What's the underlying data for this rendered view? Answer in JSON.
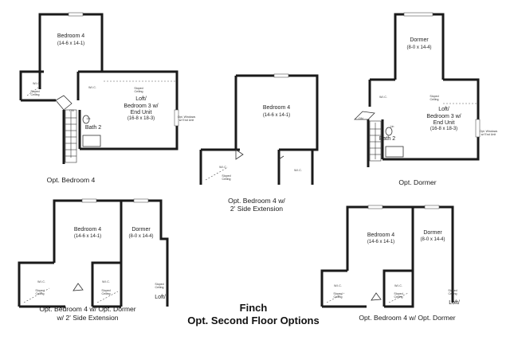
{
  "title": {
    "line1": "Finch",
    "line2": "Opt. Second Floor Options"
  },
  "plans": {
    "p1": {
      "caption": "Opt. Bedroom 4",
      "bedroom": "Bedroom 4",
      "bedroom_dim": "(14-6 x 14-1)",
      "wic1": "W.I.C.",
      "sloped1": "Sloped",
      "ceiling1": "Ceiling",
      "wic2": "W.I.C.",
      "sloped2": "Sloped",
      "ceiling2": "Ceiling",
      "loft1": "Loft/",
      "loft2": "Bedroom 3 w/",
      "loft3": "End Unit",
      "loft_dim": "(16-8 x 18-3)",
      "bath": "Bath 2",
      "dn": "DN",
      "lin": "Lin",
      "win1": "Opt. Windows",
      "win2": "w/ End Unit"
    },
    "p2": {
      "caption1": "Opt. Bedroom 4 w/",
      "caption2": "2' Side Extension",
      "bedroom": "Bedroom 4",
      "bedroom_dim": "(14-6 x 14-1)",
      "wic1": "W.I.C.",
      "sloped": "Sloped",
      "ceiling": "Ceiling",
      "wic2": "W.I.C."
    },
    "p3": {
      "caption": "Opt. Dormer",
      "dormer": "Dormer",
      "dormer_dim": "(8-0 x 14-4)",
      "wic": "W.I.C.",
      "sloped": "Sloped",
      "ceiling": "Ceiling",
      "loft1": "Loft/",
      "loft2": "Bedroom 3 w/",
      "loft3": "End Unit",
      "loft_dim": "(16-8 x 18-3)",
      "bath": "Bath 2",
      "dn": "DN",
      "lin": "Lin",
      "win1": "Opt. Windows",
      "win2": "w/ End Unit"
    },
    "p4": {
      "caption1": "Opt. Bedroom 4 w/ Opt. Dormer",
      "caption2": "w/ 2' Side Extension",
      "bedroom": "Bedroom 4",
      "bedroom_dim": "(14-6 x 14-1)",
      "dormer": "Dormer",
      "dormer_dim": "(8-0 x 14-4)",
      "wic1": "W.I.C.",
      "sloped1": "Sloped",
      "ceiling1": "Ceiling",
      "wic2": "W.I.C.",
      "sloped2": "Sloped",
      "ceiling2": "Ceiling",
      "sloped3": "Sloped",
      "ceiling3": "Ceiling",
      "loft": "Loft/"
    },
    "p5": {
      "caption": "Opt. Bedroom 4 w/ Opt. Dormer",
      "bedroom": "Bedroom 4",
      "bedroom_dim": "(14-6 x 14-1)",
      "dormer": "Dormer",
      "dormer_dim": "(8-0 x 14-4)",
      "wic1": "W.I.C.",
      "sloped1": "Sloped",
      "ceiling1": "Ceiling",
      "wic2": "W.I.C.",
      "sloped2": "Sloped",
      "ceiling2": "Ceiling",
      "sloped3": "Sloped",
      "ceiling3": "Ceiling",
      "loft": "Loft/"
    }
  }
}
